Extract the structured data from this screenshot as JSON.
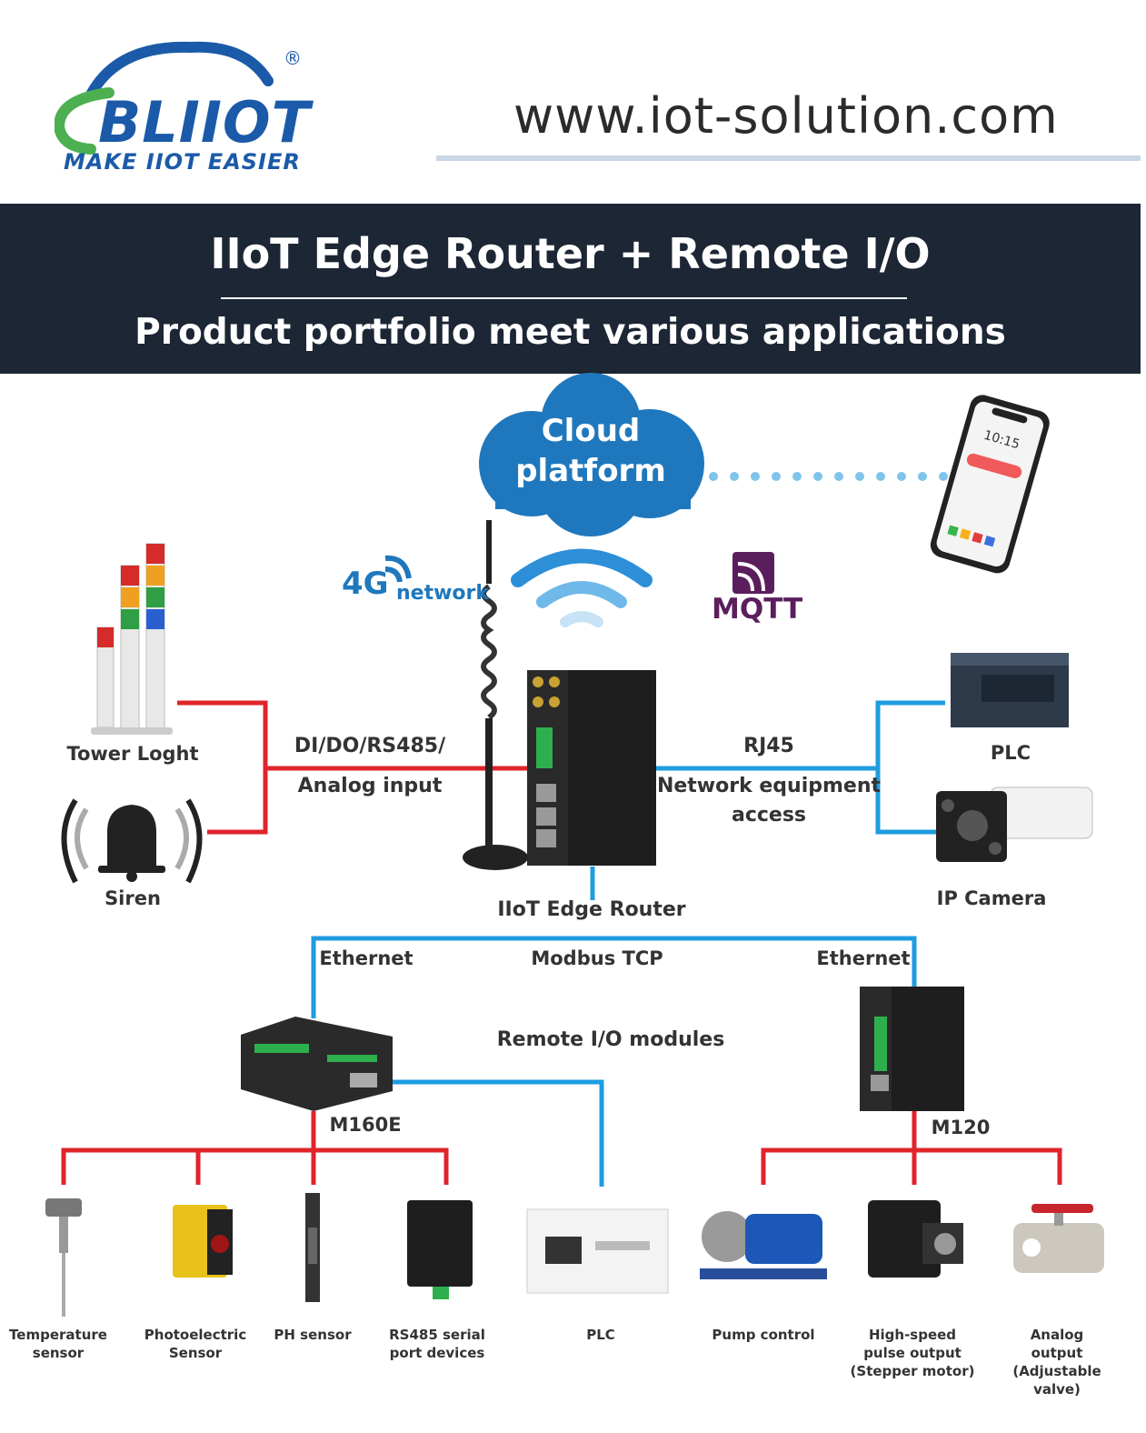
{
  "brand": {
    "logo_text": "BLIIOT",
    "registered_mark": "®",
    "tagline": "MAKE IIOT EASIER",
    "url": "www.iot-solution.com"
  },
  "banner": {
    "title": "IIoT Edge Router + Remote I/O",
    "subtitle": "Product portfolio meet various applications"
  },
  "cloud": {
    "line1": "Cloud",
    "line2": "platform"
  },
  "network": {
    "cellular_big": "4G",
    "cellular_small": "network",
    "mqtt": "MQTT"
  },
  "phone": {
    "time": "10:15"
  },
  "router_links": {
    "left_line1": "DI/DO/RS485/",
    "left_line2": "Analog input",
    "right_line1": "RJ45",
    "right_line2": "Network equipment",
    "right_line3": "access",
    "router_label": "IIoT Edge Router"
  },
  "left_devices": {
    "tower_light": "Tower Loght",
    "siren": "Siren"
  },
  "right_devices": {
    "plc": "PLC",
    "ip_camera": "IP Camera"
  },
  "bus": {
    "left": "Ethernet",
    "center": "Modbus TCP",
    "right": "Ethernet",
    "remote_io": "Remote I/O modules"
  },
  "modules": {
    "m160e": "M160E",
    "m120": "M120"
  },
  "bottom_devices": {
    "temperature_1": "Temperature",
    "temperature_2": "sensor",
    "photo_1": "Photoelectric",
    "photo_2": "Sensor",
    "ph": "PH sensor",
    "rs485_1": "RS485 serial",
    "rs485_2": "port devices",
    "plc": "PLC",
    "pump": "Pump control",
    "pulse_1": "High-speed",
    "pulse_2": "pulse output",
    "pulse_3": "(Stepper motor)",
    "analog_1": "Analog output",
    "analog_2": "(Adjustable valve)"
  },
  "colors": {
    "banner_bg": "#1c2634",
    "red_line": "#e0242b",
    "blue_line": "#1f9ce0",
    "cloud_blue": "#1f78bd",
    "logo_blue": "#1b5aa8",
    "logo_green": "#4caf50"
  }
}
